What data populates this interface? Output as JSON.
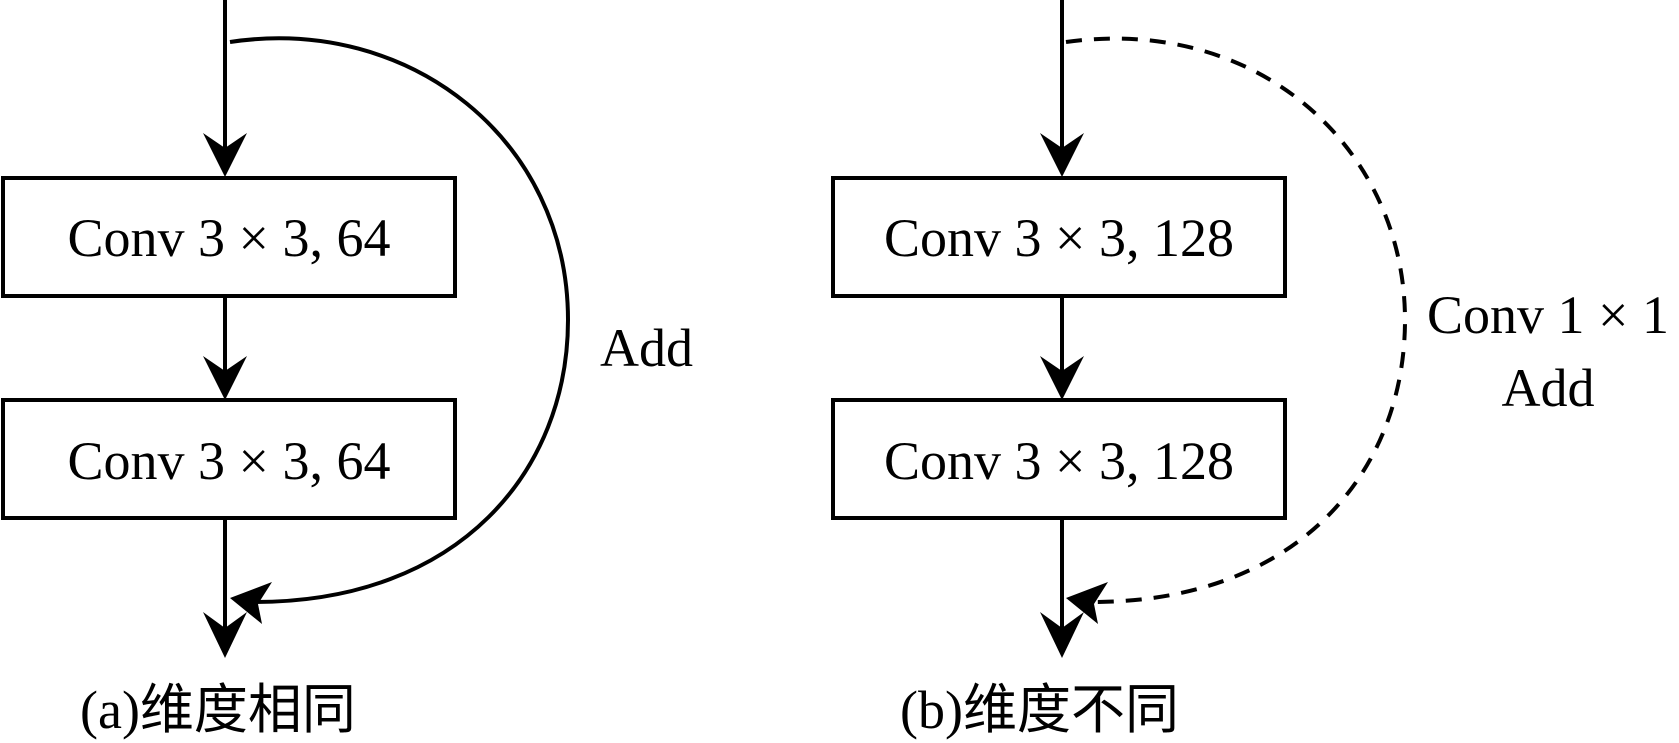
{
  "diagrams": [
    {
      "id": "a",
      "boxes": [
        {
          "label": "Conv 3 × 3, 64"
        },
        {
          "label": "Conv 3 × 3, 64"
        }
      ],
      "shortcut": {
        "style": "solid",
        "labels": [
          "Add"
        ]
      },
      "caption": "(a)维度相同"
    },
    {
      "id": "b",
      "boxes": [
        {
          "label": "Conv 3 × 3, 128"
        },
        {
          "label": "Conv 3 × 3, 128"
        }
      ],
      "shortcut": {
        "style": "dashed",
        "labels": [
          "Conv 1 × 1",
          "Add"
        ]
      },
      "caption": "(b)维度不同"
    }
  ],
  "colors": {
    "stroke": "#000000",
    "background": "#ffffff"
  }
}
